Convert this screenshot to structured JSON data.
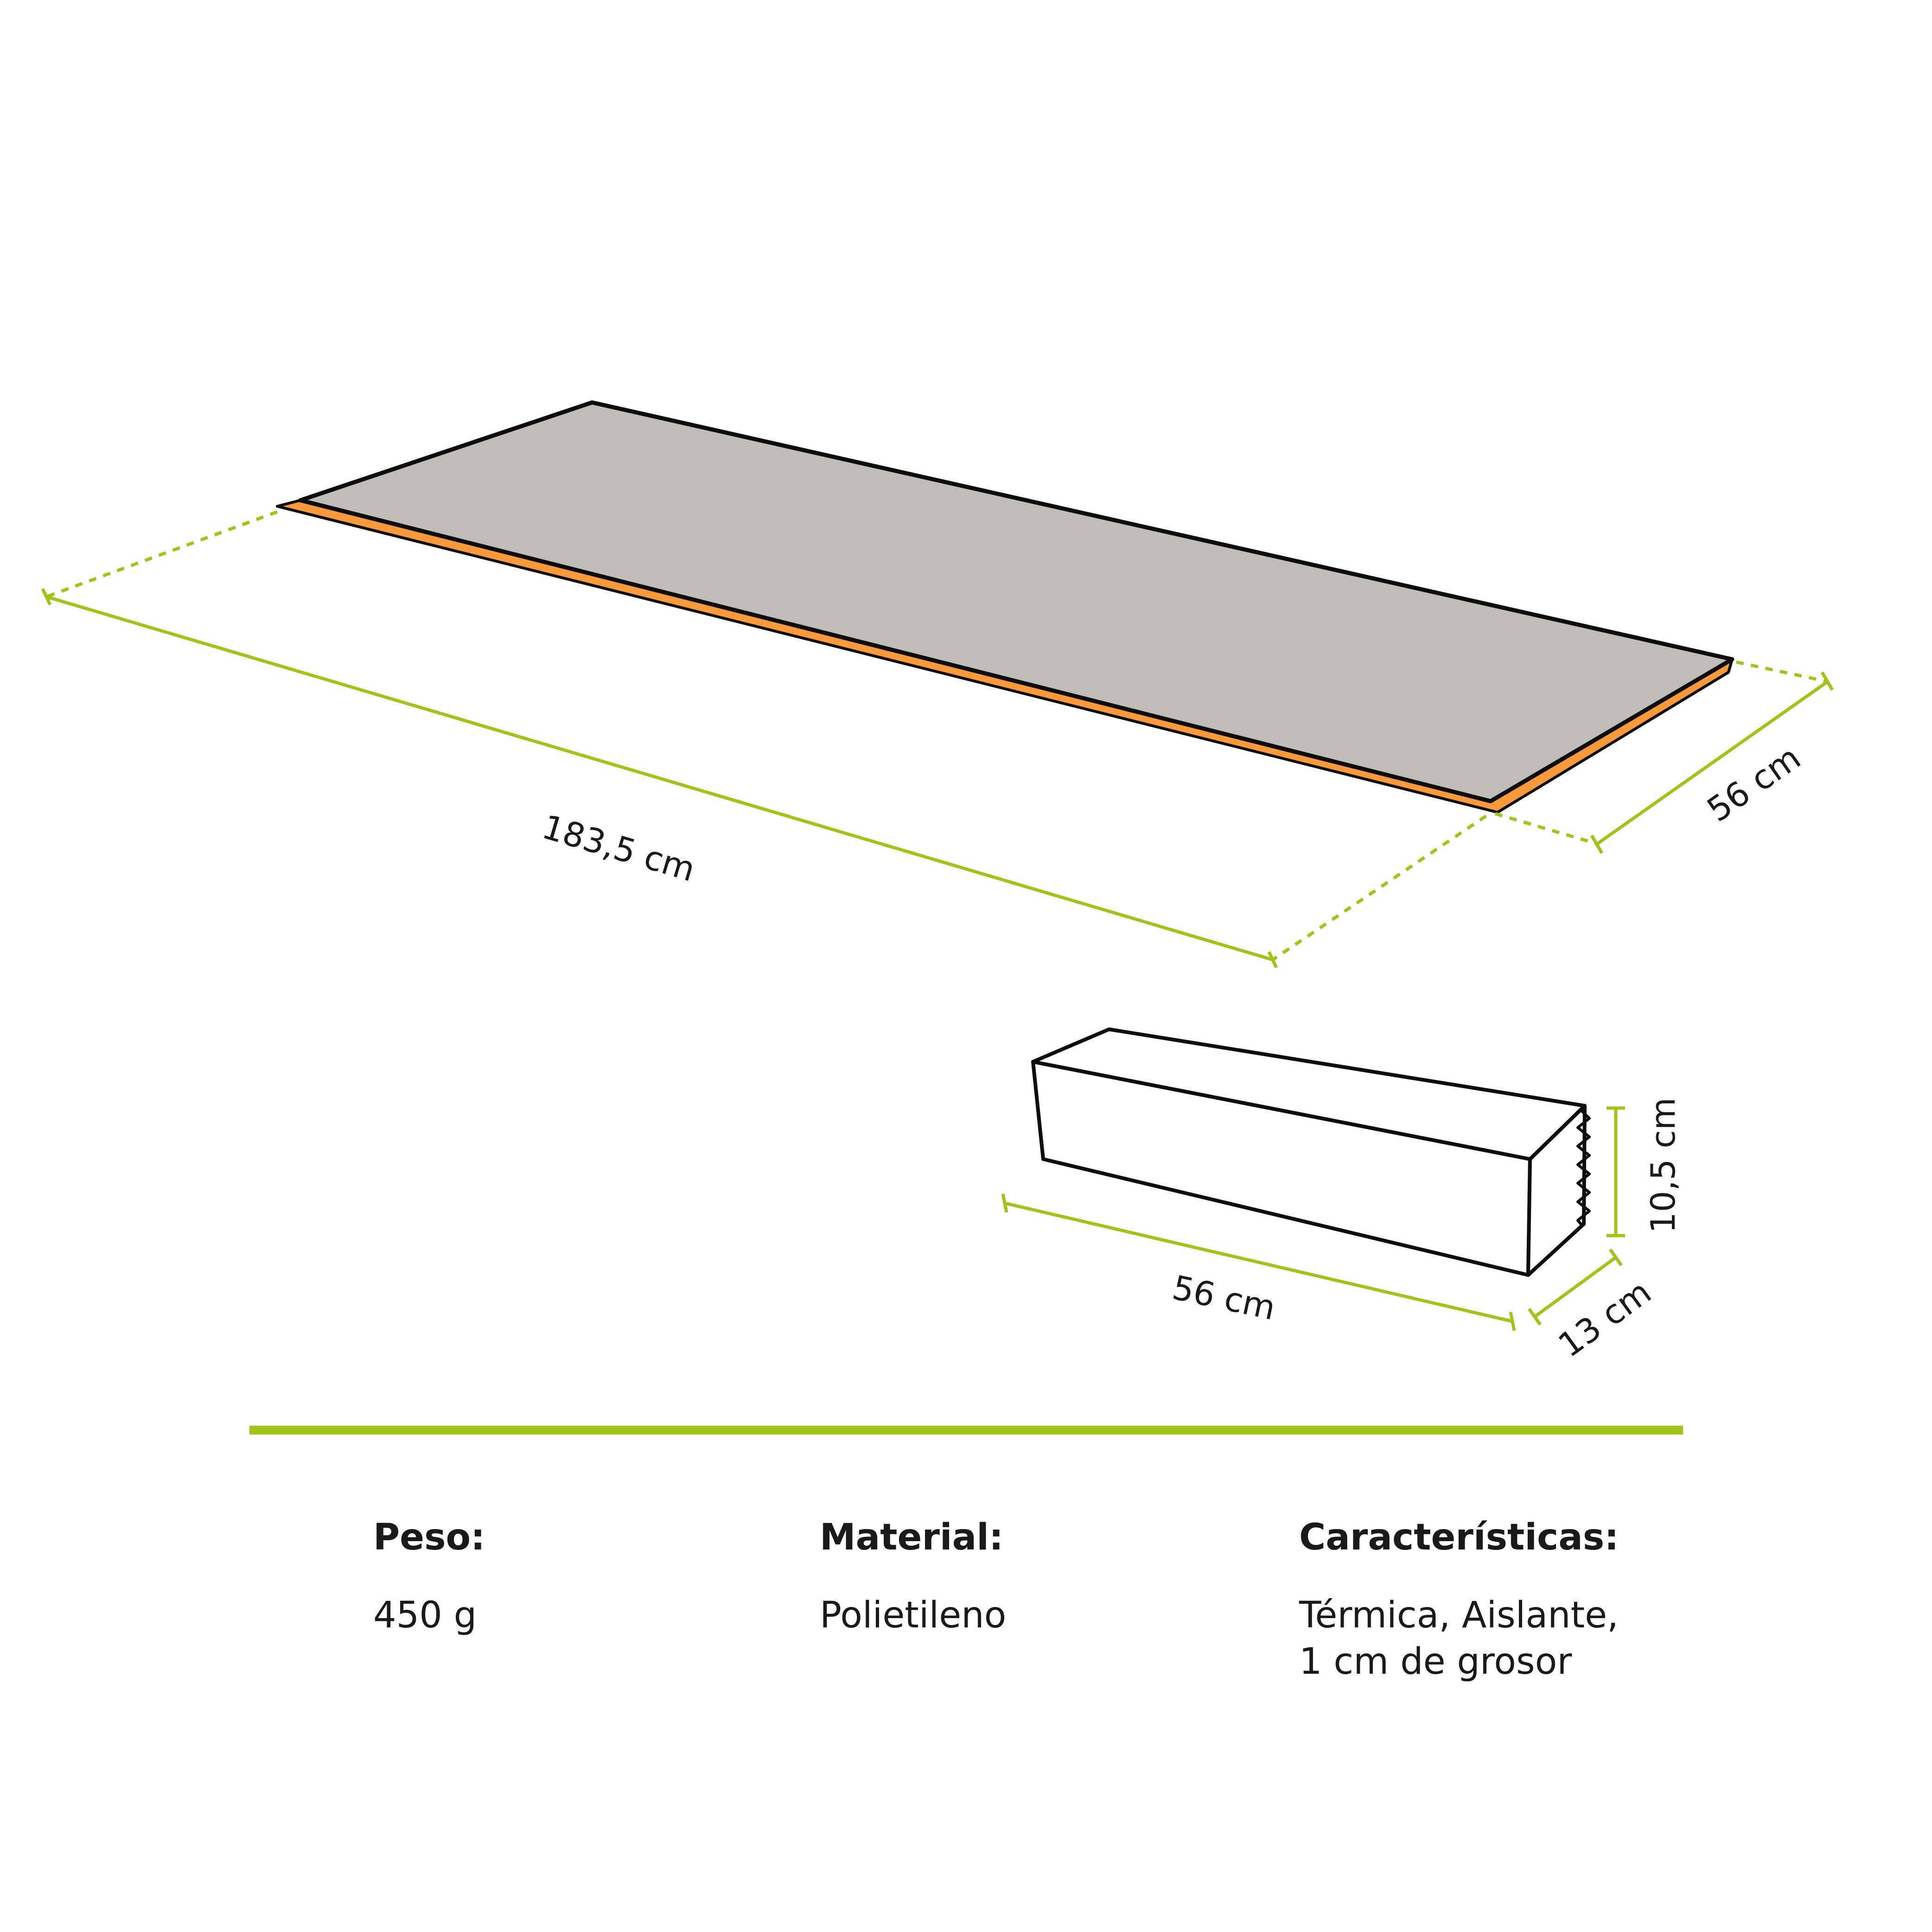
{
  "colors": {
    "mat_top": "#c0bcb7",
    "mat_edge": "#f7983a",
    "outline": "#0d0d0d",
    "dimension": "#a0c41a",
    "text": "#1a1a1a"
  },
  "dimensions": {
    "mat_length": "183,5 cm",
    "mat_width": "56 cm",
    "roll_length": "56 cm",
    "roll_height": "10,5 cm",
    "roll_depth": "13 cm"
  },
  "specs": [
    {
      "label": "Peso:",
      "value_lines": [
        "450 g"
      ]
    },
    {
      "label": "Material:",
      "value_lines": [
        "Polietileno"
      ]
    },
    {
      "label": "Características:",
      "value_lines": [
        "Térmica, Aislante,",
        "1 cm de grosor"
      ]
    }
  ]
}
